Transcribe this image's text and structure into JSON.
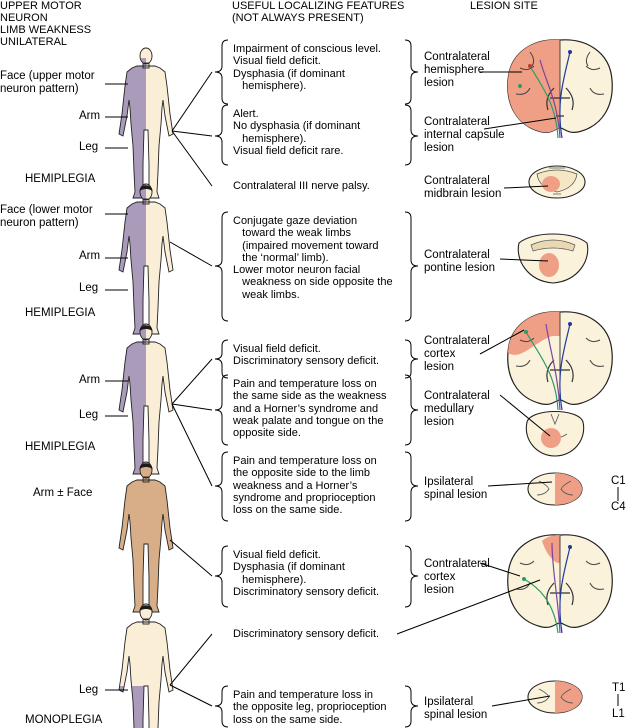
{
  "headers": {
    "left": "UPPER MOTOR\nNEURON\nLIMB WEAKNESS\nUNILATERAL",
    "middle": "USEFUL LOCALIZING FEATURES\n(NOT ALWAYS PRESENT)",
    "right": "LESION SITE"
  },
  "figures": [
    {
      "labels": [
        "Face (upper motor\nneuron pattern)",
        "Arm",
        "Leg"
      ],
      "caption": "HEMIPLEGIA"
    },
    {
      "labels": [
        "Face (lower motor\nneuron pattern)",
        "Arm",
        "Leg"
      ],
      "caption": "HEMIPLEGIA"
    },
    {
      "labels": [
        "Arm",
        "Leg"
      ],
      "caption": "HEMIPLEGIA"
    },
    {
      "labels": [
        "Arm ± Face"
      ],
      "caption": ""
    },
    {
      "labels": [
        "Leg"
      ],
      "caption": "MONOPLEGIA"
    }
  ],
  "features": [
    "Impairment of conscious level.\nVisual field deficit.\nDysphasia (if dominant\n   hemisphere).",
    "Alert.\nNo dysphasia (if dominant\n   hemisphere).\nVisual field deficit rare.",
    "Contralateral III nerve palsy.",
    "Conjugate gaze deviation\n   toward the weak limbs\n   (impaired movement toward\n   the ‘normal’ limb).\nLower motor neuron facial\n   weakness on side opposite the\n   weak limbs.",
    "Visual field deficit.\nDiscriminatory sensory deficit.",
    "Pain and temperature loss on\nthe same side as the weakness\nand a Horner’s syndrome and\nweak palate and tongue on the\nopposite side.",
    "Pain and temperature loss on\nthe opposite side to the limb\nweakness and a Horner’s\nsyndrome and proprioception\nloss on the same side.",
    "Visual field deficit.\nDysphasia (if dominant\n   hemisphere).\nDiscriminatory sensory deficit.",
    "Discriminatory sensory deficit.",
    "Pain and temperature loss in\nthe opposite leg, proprioception\nloss on the same side."
  ],
  "lesions": [
    "Contralateral\nhemisphere\nlesion",
    "Contralateral\ninternal capsule\nlesion",
    "Contralateral\nmidbrain lesion",
    "Contralateral\npontine lesion",
    "Contralateral\ncortex\nlesion",
    "Contralateral\nmedullary\nlesion",
    "Ipsilateral\nspinal lesion",
    "Contralateral\ncortex\nlesion",
    "Ipsilateral\nspinal lesion"
  ],
  "levels": [
    {
      "top": "C1",
      "bottom": "C4"
    },
    {
      "top": "T1",
      "bottom": "L1"
    }
  ],
  "colors": {
    "skin": "#fbeed6",
    "skin_dark": "#d8ae89",
    "weak": "#ab9bbb",
    "lesion": "#ef9f86",
    "brain": "#fbf2dc",
    "hair": "#1b1b1b",
    "green": "#2f9b63",
    "purple": "#7b45a0",
    "blue": "#1f3c9c"
  }
}
